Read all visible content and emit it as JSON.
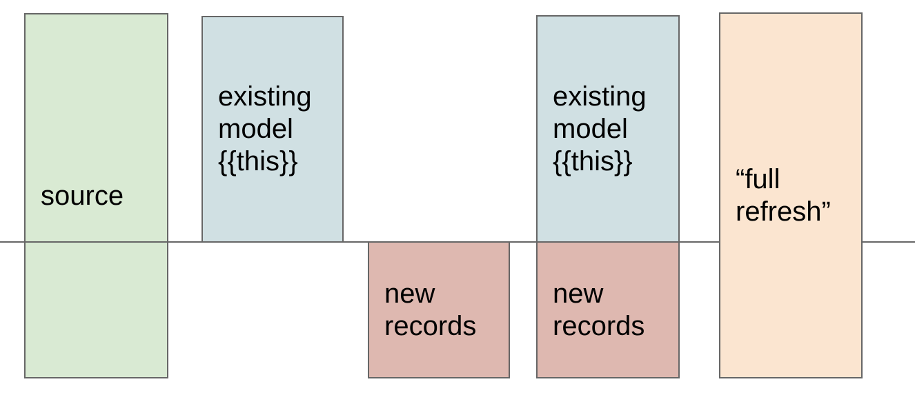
{
  "diagram": {
    "title": "",
    "divider_line": {
      "orientation": "horizontal",
      "meaning": "boundary between existing data (above) and new data (below)"
    }
  },
  "boxes": [
    {
      "id": "source",
      "lines": [
        "source"
      ],
      "fill": "#d9ead3"
    },
    {
      "id": "existing-model-1",
      "lines": [
        "existing",
        "model",
        "{{this}}"
      ],
      "fill": "#d0e0e3"
    },
    {
      "id": "new-records-1",
      "lines": [
        "new",
        "records"
      ],
      "fill": "#deb8b0"
    },
    {
      "id": "existing-model-2",
      "lines": [
        "existing",
        "model",
        "{{this}}"
      ],
      "fill": "#d0e0e3"
    },
    {
      "id": "new-records-2",
      "lines": [
        "new",
        "records"
      ],
      "fill": "#deb8b0"
    },
    {
      "id": "full-refresh",
      "lines": [
        "“full",
        "refresh”"
      ],
      "fill": "#fbe5d0"
    }
  ],
  "colors": {
    "source_fill": "#d9ead3",
    "existing_model_fill": "#d0e0e3",
    "new_records_fill": "#deb8b0",
    "full_refresh_fill": "#fbe5d0",
    "border": "#666666",
    "divider_line": "#666666",
    "text": "#000000",
    "background": "#ffffff"
  }
}
